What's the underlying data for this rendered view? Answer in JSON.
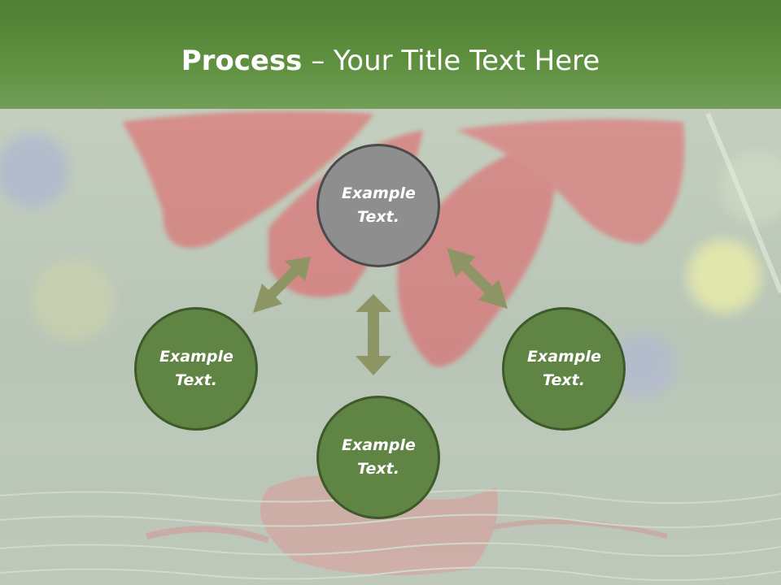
{
  "title": {
    "bold": "Process",
    "rest": " – Your Title Text Here"
  },
  "nodes": {
    "top": "Example Text.",
    "left": "Example Text.",
    "right": "Example Text.",
    "bottom": "Example Text."
  },
  "colors": {
    "title_bar": "#5a8a3a",
    "circle_fill": "#5f8443",
    "circle_border": "#3c5a2a",
    "center_fill": "#8e8e8e",
    "arrow": "#8c9563"
  }
}
